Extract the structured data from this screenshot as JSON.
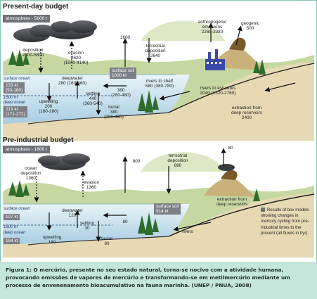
{
  "panels": [
    {
      "title": "Present-day budget",
      "atmosphere": "atmosphere - 5600 t",
      "surface_ocean_label": "surface ocean",
      "surface_ocean_value": "133 kt\n(93-180)",
      "deep_ocean_label": "deep ocean",
      "deep_ocean_value": "219 kt\n(171-272)",
      "depth_label": "1500 m",
      "surface_soil": "surface soil\n1000 kt",
      "flows": {
        "ocean_deposition": "deposition\n2800-5800",
        "evasion": "evasion\n2620\n(1940-4140)",
        "soil_emission": "1600",
        "terrestrial_deposition": "terrestrial\ndeposition\n2640",
        "anthropogenic": "anthropogenic\nemissions\n2260-3380",
        "geogenic": "geogenic\n500",
        "deepwater": "deepwater\n280 (160-460)",
        "settling": "settling\n440\n(360-540)",
        "upwelling": "upwelling\n200\n(160-280)",
        "shelf_380": "380\n(280-480)",
        "rivers_shelf": "rivers to shelf\n580 (380-780)",
        "burial": "burial\n380\n(280-480)",
        "rivers_estuaries": "rivers to estuaries\n2040 (1320-2760)",
        "extraction": "extraction from\ndeep reservoirs\n2400"
      }
    },
    {
      "title": "Pre-industrial budget",
      "atmosphere": "atmosphere - 1600 t",
      "surface_ocean_label": "surface ocean",
      "surface_ocean_value": "107 kt",
      "deep_ocean_label": "deep ocean",
      "deep_ocean_value": "194 kt",
      "depth_label": "1500 m",
      "surface_soil": "surface soil\n914 kt",
      "flows": {
        "ocean_deposition": "ocean\ndeposition\n1360",
        "evasion": "evasion\n1360",
        "soil_emission": "800",
        "terrestrial_deposition": "terrestrial\ndeposition\n880",
        "geogenic": "80",
        "deepwater": "deepwater\n120",
        "settling": "settling\n30",
        "upwelling": "upwelling\n180",
        "shelf_80": "80",
        "rivers": "rivers",
        "burial": "burial\n80",
        "extraction": "extraction from\ndeep reservoirs"
      }
    }
  ],
  "side_note": "Results of box models showing changes in mercury cycling from pre-industrial times to the present (all fluxes in t/yr).",
  "caption": "Figura 1: O mercúrio, presente no seu estado natural, torna-se nocivo com a atividade humana, provocando emissões de vapores de mercúrio e transformando-se em metilmercúrio mediante um processo de envenenamento bioacumulativo na fauna marinha. (UNEP / PNUA, 2008)",
  "colors": {
    "frame": "#7fc7b3",
    "sky": "#ffffff",
    "land": "#c6d8a2",
    "land_dark": "#9fbd70",
    "sea_surface": "#d9ecf4",
    "deep_sea": "#b7d6e8",
    "sediment": "#e6d9b4",
    "cloud": "#4a4b50",
    "caption_bg": "#c5e6da"
  }
}
